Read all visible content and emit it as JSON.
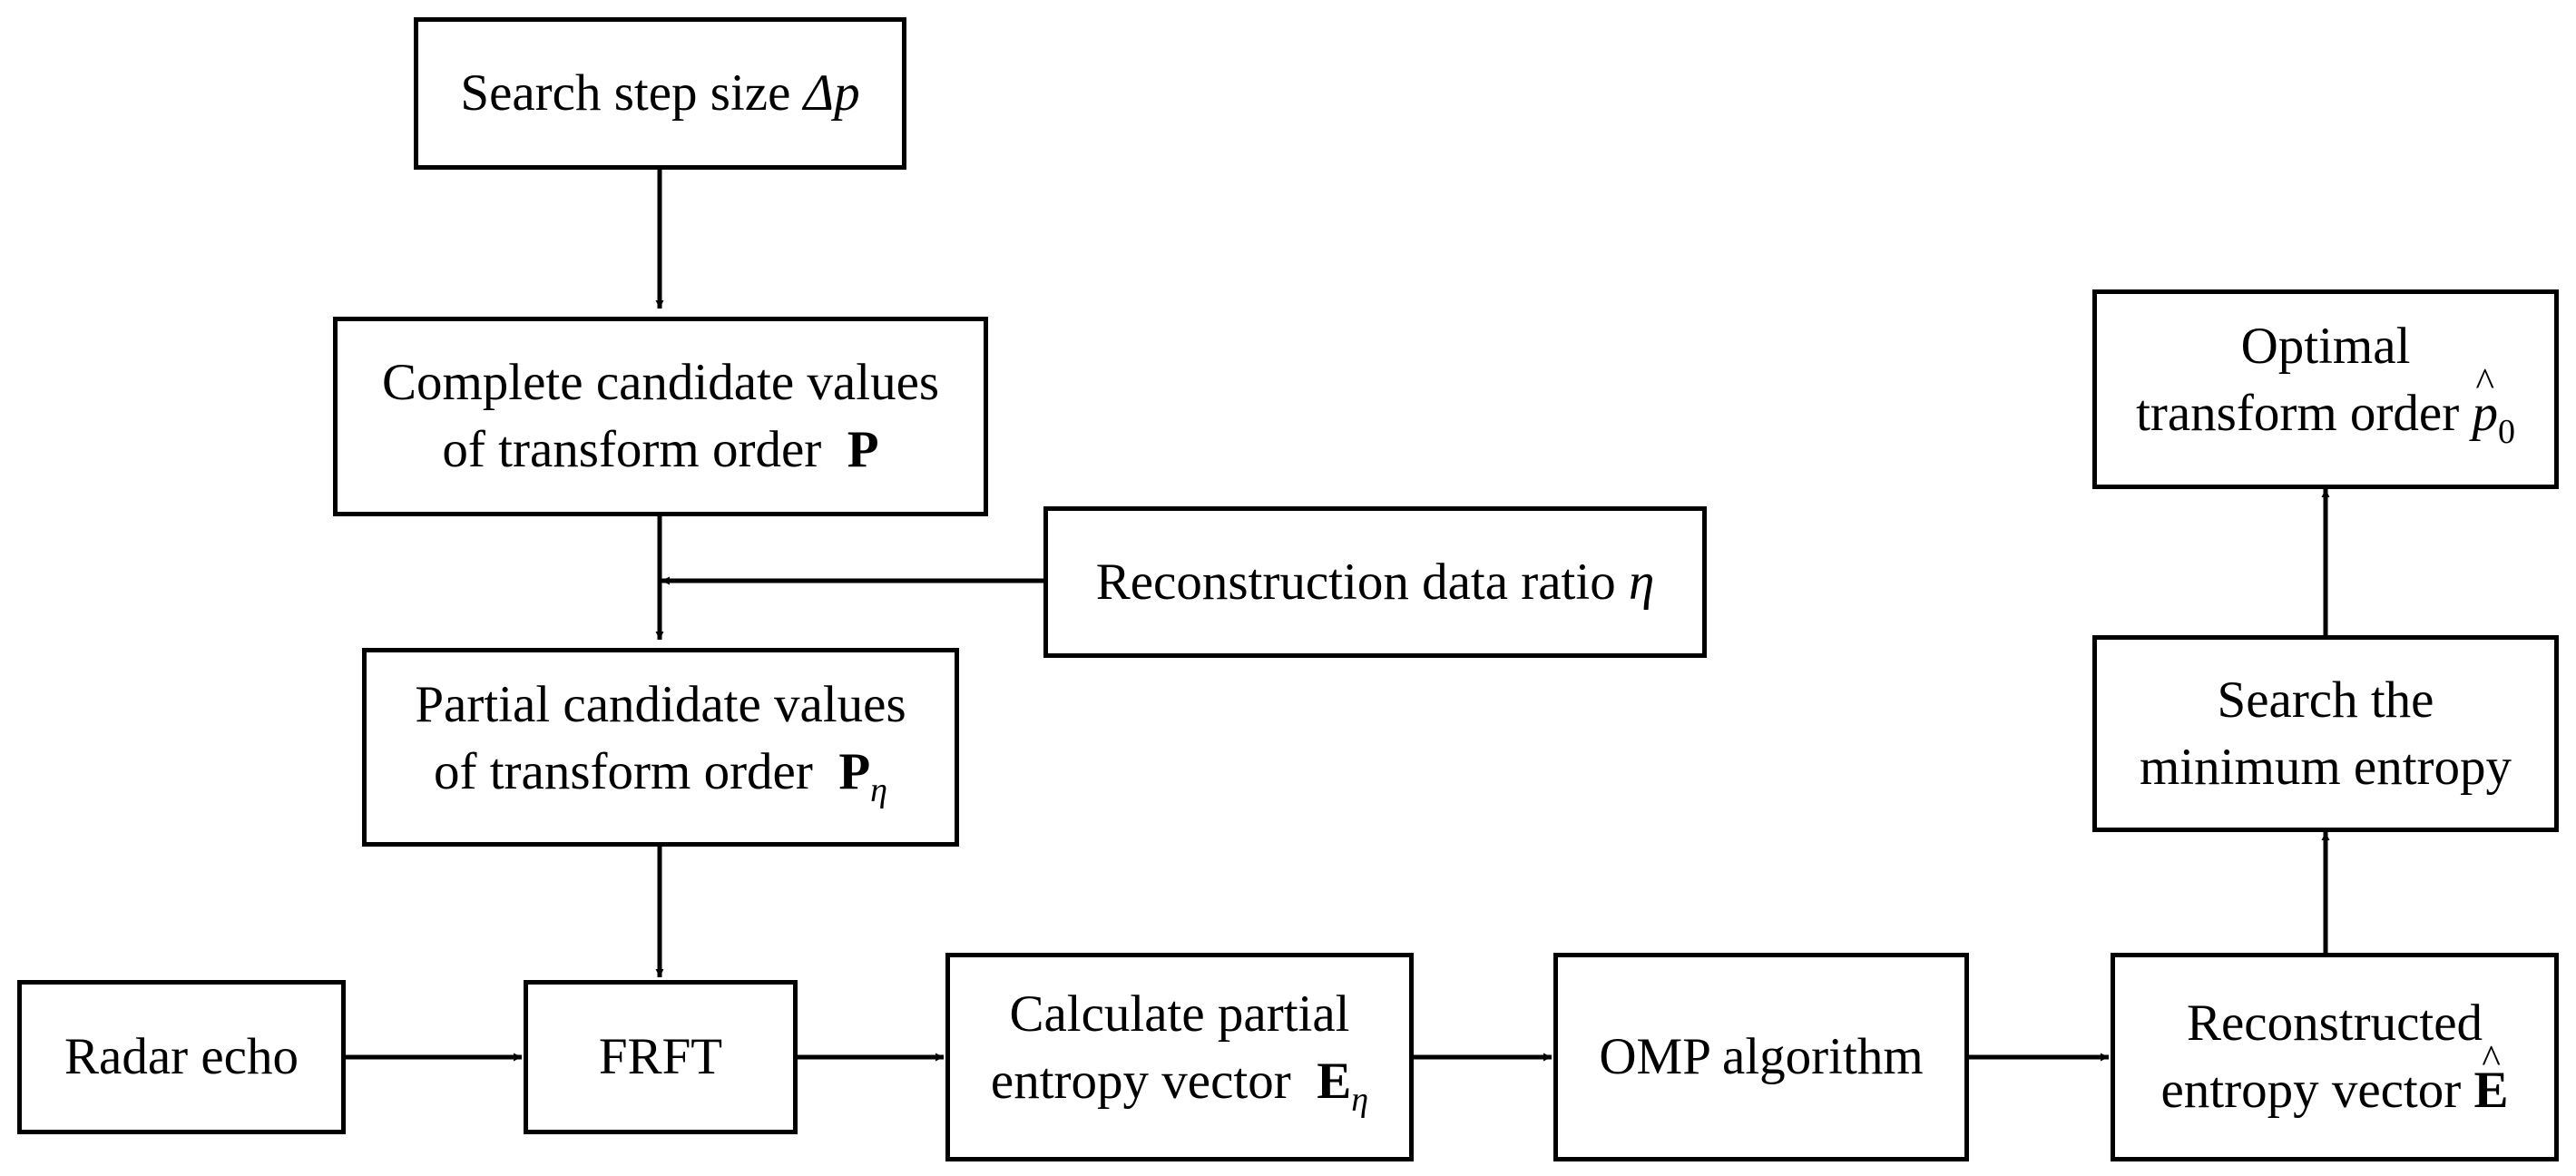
{
  "nodes": {
    "search_step": {
      "text": "Search step size",
      "symbol": "Δp"
    },
    "complete_candidates": {
      "line1": "Complete candidate values",
      "line2": "of transform order",
      "symbol": "P"
    },
    "recon_ratio": {
      "text": "Reconstruction data ratio",
      "symbol": "η"
    },
    "partial_candidates": {
      "line1": "Partial candidate values",
      "line2": "of transform order",
      "symbol": "P",
      "subscript": "η"
    },
    "radar_echo": {
      "text": "Radar echo"
    },
    "frft": {
      "text": "FRFT"
    },
    "calc_entropy": {
      "line1": "Calculate partial",
      "line2": "entropy vector",
      "symbol": "E",
      "subscript": "η"
    },
    "omp": {
      "text": "OMP algorithm"
    },
    "reconstructed": {
      "line1": "Reconstructed",
      "line2": "entropy vector",
      "symbol": "E"
    },
    "search_min": {
      "line1": "Search the",
      "line2": "minimum entropy"
    },
    "optimal": {
      "line1": "Optimal",
      "line2": "transform order",
      "symbol": "p",
      "subscript": "0"
    }
  },
  "style": {
    "stroke": "#000000",
    "fill": "#ffffff"
  }
}
